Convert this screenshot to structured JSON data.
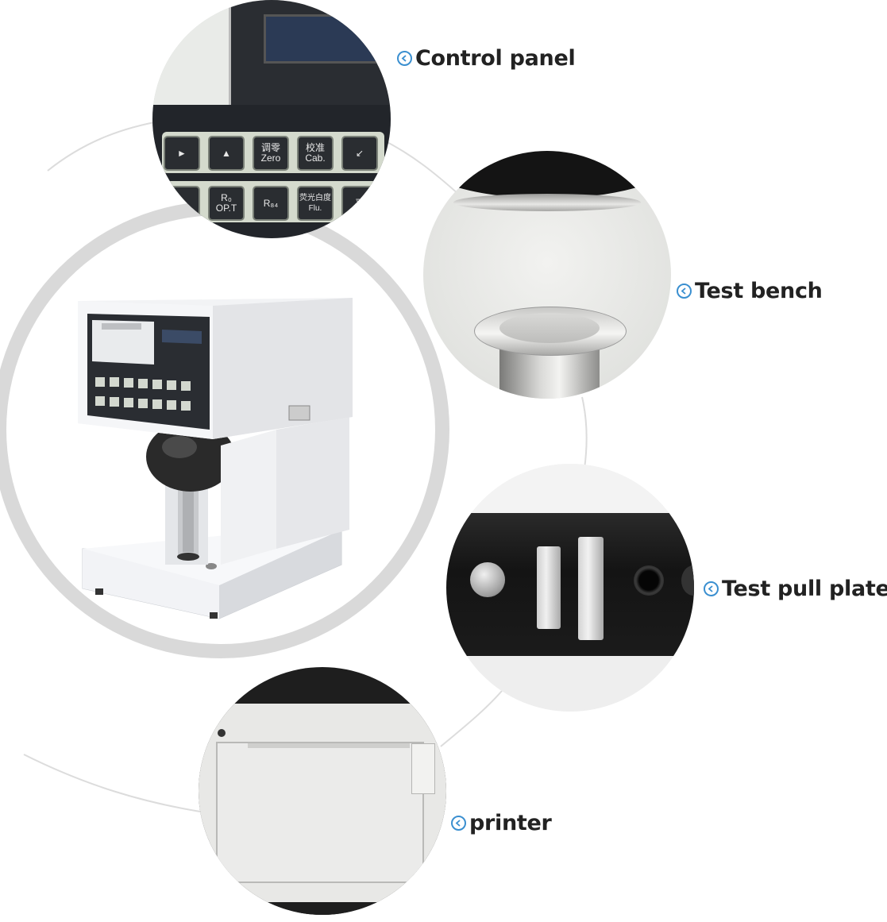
{
  "labels": {
    "control_panel": "Control panel",
    "test_bench": "Test bench",
    "test_pull_plate": "Test pull plate",
    "printer": "printer"
  },
  "control_panel_keys": {
    "row1": [
      "►",
      "▲",
      "调零\nZero",
      "校准\nCab.",
      "↙"
    ],
    "row2": [
      "",
      "R₀\nOP.T",
      "R₈₄",
      "荧光白度\nFlu.",
      "平"
    ]
  },
  "colors": {
    "accent": "#3a8fd0",
    "label_text": "#222222",
    "ring": "#d9d9d9",
    "connector": "#dcdcdc"
  }
}
